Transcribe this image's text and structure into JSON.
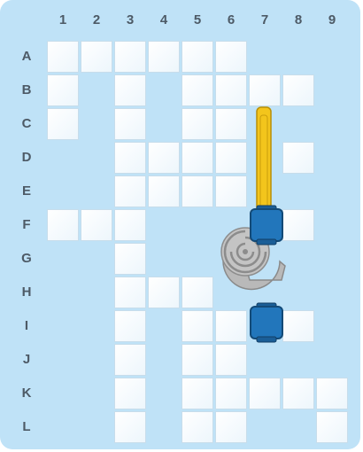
{
  "board": {
    "columns": [
      "1",
      "2",
      "3",
      "4",
      "5",
      "6",
      "7",
      "8",
      "9"
    ],
    "rows": [
      "A",
      "B",
      "C",
      "D",
      "E",
      "F",
      "G",
      "H",
      "I",
      "J",
      "K",
      "L"
    ],
    "cells": {
      "A": [
        1,
        2,
        3,
        4,
        5,
        6
      ],
      "B": [
        1,
        3,
        5,
        6,
        7,
        8
      ],
      "C": [
        1,
        3,
        5,
        6
      ],
      "D": [
        3,
        4,
        5,
        6,
        8
      ],
      "E": [
        3,
        4,
        5,
        6
      ],
      "F": [
        1,
        2,
        3,
        8
      ],
      "G": [
        3
      ],
      "H": [
        3,
        4,
        5
      ],
      "I": [
        3,
        5,
        6,
        8
      ],
      "J": [
        3,
        5,
        6
      ],
      "K": [
        3,
        5,
        6,
        7,
        8,
        9
      ],
      "L": [
        3,
        5,
        6,
        9
      ]
    }
  },
  "pieces": [
    {
      "id": "yellow-bar",
      "color": "#f2c21a",
      "col": "7",
      "from_row": "C",
      "to_row": "E"
    },
    {
      "id": "blue-block-f",
      "color": "#1f74b8",
      "col": "7",
      "row": "F"
    },
    {
      "id": "blue-block-i",
      "color": "#1f74b8",
      "col": "7",
      "row": "I"
    },
    {
      "id": "gray-disk",
      "color": "#b3b3b3",
      "near_col": "6",
      "near_row": "G"
    }
  ]
}
